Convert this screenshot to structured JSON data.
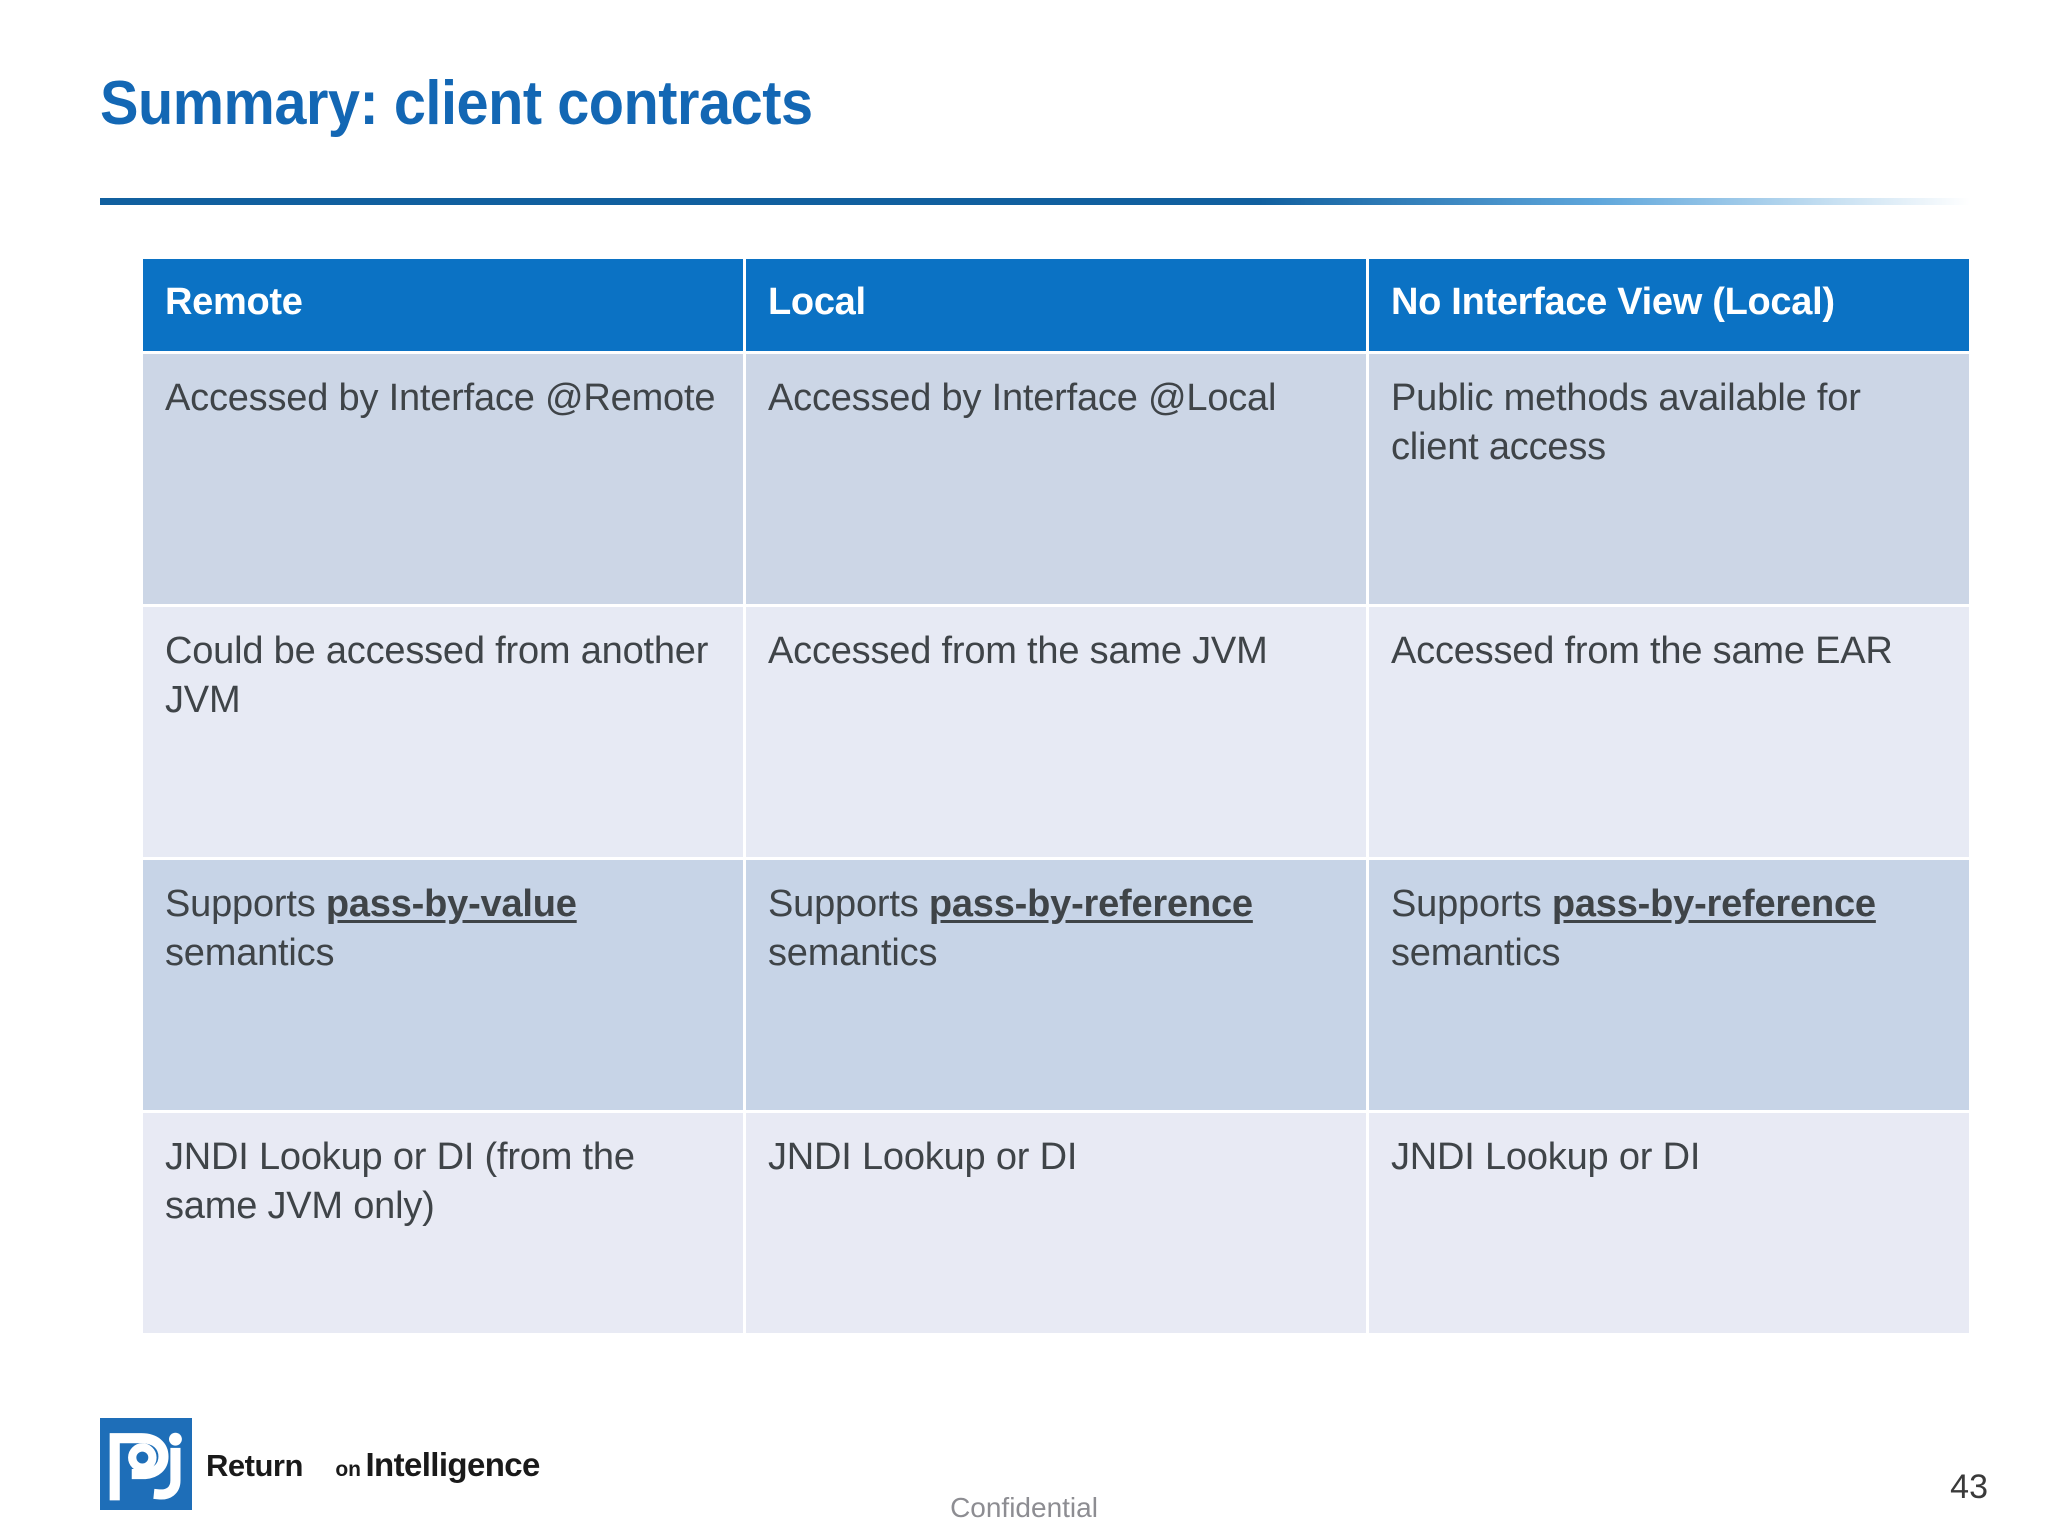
{
  "slide": {
    "title": "Summary: client contracts",
    "accent_color": "#1367b4",
    "header_fill": "#0b72c4"
  },
  "table": {
    "columns": [
      "Remote",
      "Local",
      "No Interface View (Local)"
    ],
    "rows": [
      {
        "band": "dark",
        "cells": [
          {
            "pre": "Accessed by Interface @Remote",
            "emph": "",
            "post": ""
          },
          {
            "pre": "Accessed by Interface @Local",
            "emph": "",
            "post": ""
          },
          {
            "pre": "Public methods available for client access",
            "emph": "",
            "post": ""
          }
        ]
      },
      {
        "band": "light",
        "cells": [
          {
            "pre": "Could be accessed from another JVM",
            "emph": "",
            "post": ""
          },
          {
            "pre": "Accessed from the same JVM",
            "emph": "",
            "post": ""
          },
          {
            "pre": "Accessed from the same EAR",
            "emph": "",
            "post": ""
          }
        ]
      },
      {
        "band": "dark",
        "cells": [
          {
            "pre": "Supports ",
            "emph": "pass-by-value",
            "post": " semantics"
          },
          {
            "pre": "Supports ",
            "emph": "pass-by-reference",
            "post": " semantics"
          },
          {
            "pre": "Supports ",
            "emph": "pass-by-reference",
            "post": " semantics"
          }
        ]
      },
      {
        "band": "light",
        "cells": [
          {
            "pre": "JNDI Lookup  or DI  (from the same  JVM only)",
            "emph": "",
            "post": ""
          },
          {
            "pre": "JNDI Lookup or DI",
            "emph": "",
            "post": ""
          },
          {
            "pre": "JNDI Lookup or DI",
            "emph": "",
            "post": ""
          }
        ]
      }
    ]
  },
  "footer": {
    "logo": {
      "mark": "ri-monogram-icon",
      "line1": "Return",
      "line2": "on",
      "line3": "Intelligence",
      "color": "#1e6eb8"
    },
    "confidential": "Confidential",
    "page_number": "43"
  }
}
